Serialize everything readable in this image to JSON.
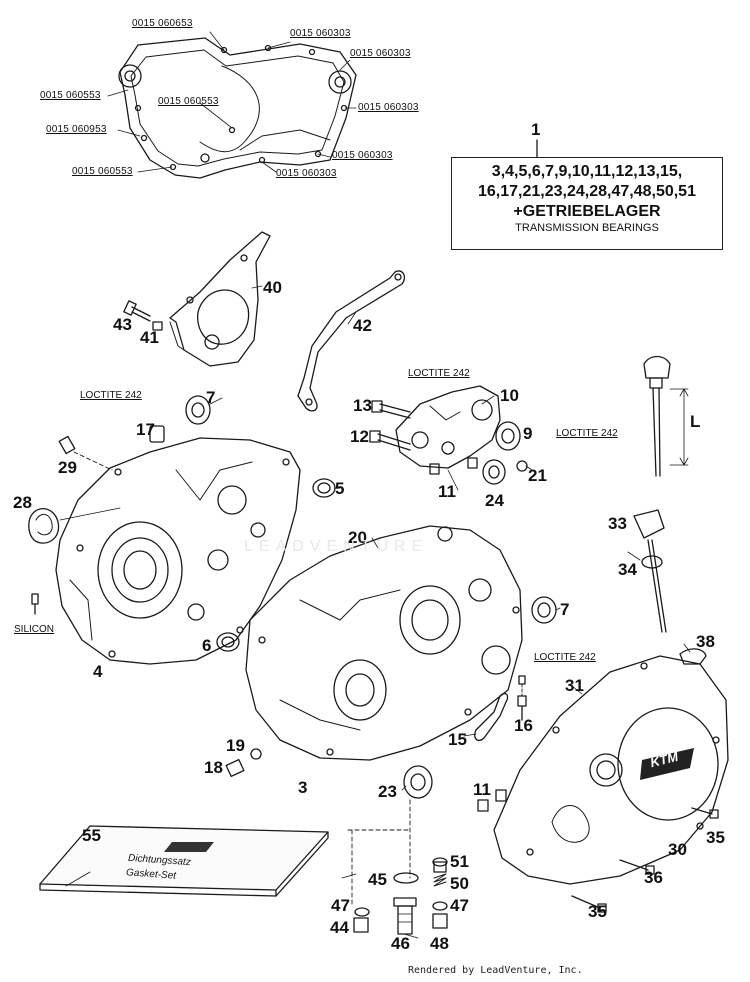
{
  "gasket_part_numbers": [
    "0015 060653",
    "0015 060303",
    "0015 060303",
    "0015 060553",
    "0015 060553",
    "0015 060303",
    "0015 060953",
    "0015 060303",
    "0015 060553",
    "0015 060303"
  ],
  "kit_box": {
    "ref": "1",
    "line1": "3,4,5,6,7,9,10,11,12,13,15,",
    "line2": "16,17,21,23,24,28,47,48,50,51",
    "line3": "+GETRIEBELAGER",
    "line4": "TRANSMISSION BEARINGS"
  },
  "callouts": [
    "40",
    "43",
    "41",
    "42",
    "7",
    "10",
    "13",
    "9",
    "12",
    "17",
    "29",
    "28",
    "5",
    "11",
    "21",
    "24",
    "20",
    "33",
    "34",
    "6",
    "4",
    "7",
    "38",
    "31",
    "16",
    "19",
    "18",
    "3",
    "15",
    "23",
    "11",
    "55",
    "35",
    "30",
    "36",
    "45",
    "51",
    "50",
    "47",
    "47",
    "35",
    "44",
    "46",
    "48"
  ],
  "notes": {
    "loctite_1": "LOCTITE 242",
    "loctite_2": "LOCTITE 242",
    "loctite_3": "LOCTITE 242",
    "loctite_4": "LOCTITE 242",
    "silicon": "SILICON",
    "dimension": "L"
  },
  "manual_cover": {
    "line1": "Dichtungssatz",
    "line2": "Gasket-Set"
  },
  "logo_text": "KTM",
  "watermark": "LEADVENTURE",
  "footer": "Rendered by LeadVenture, Inc."
}
